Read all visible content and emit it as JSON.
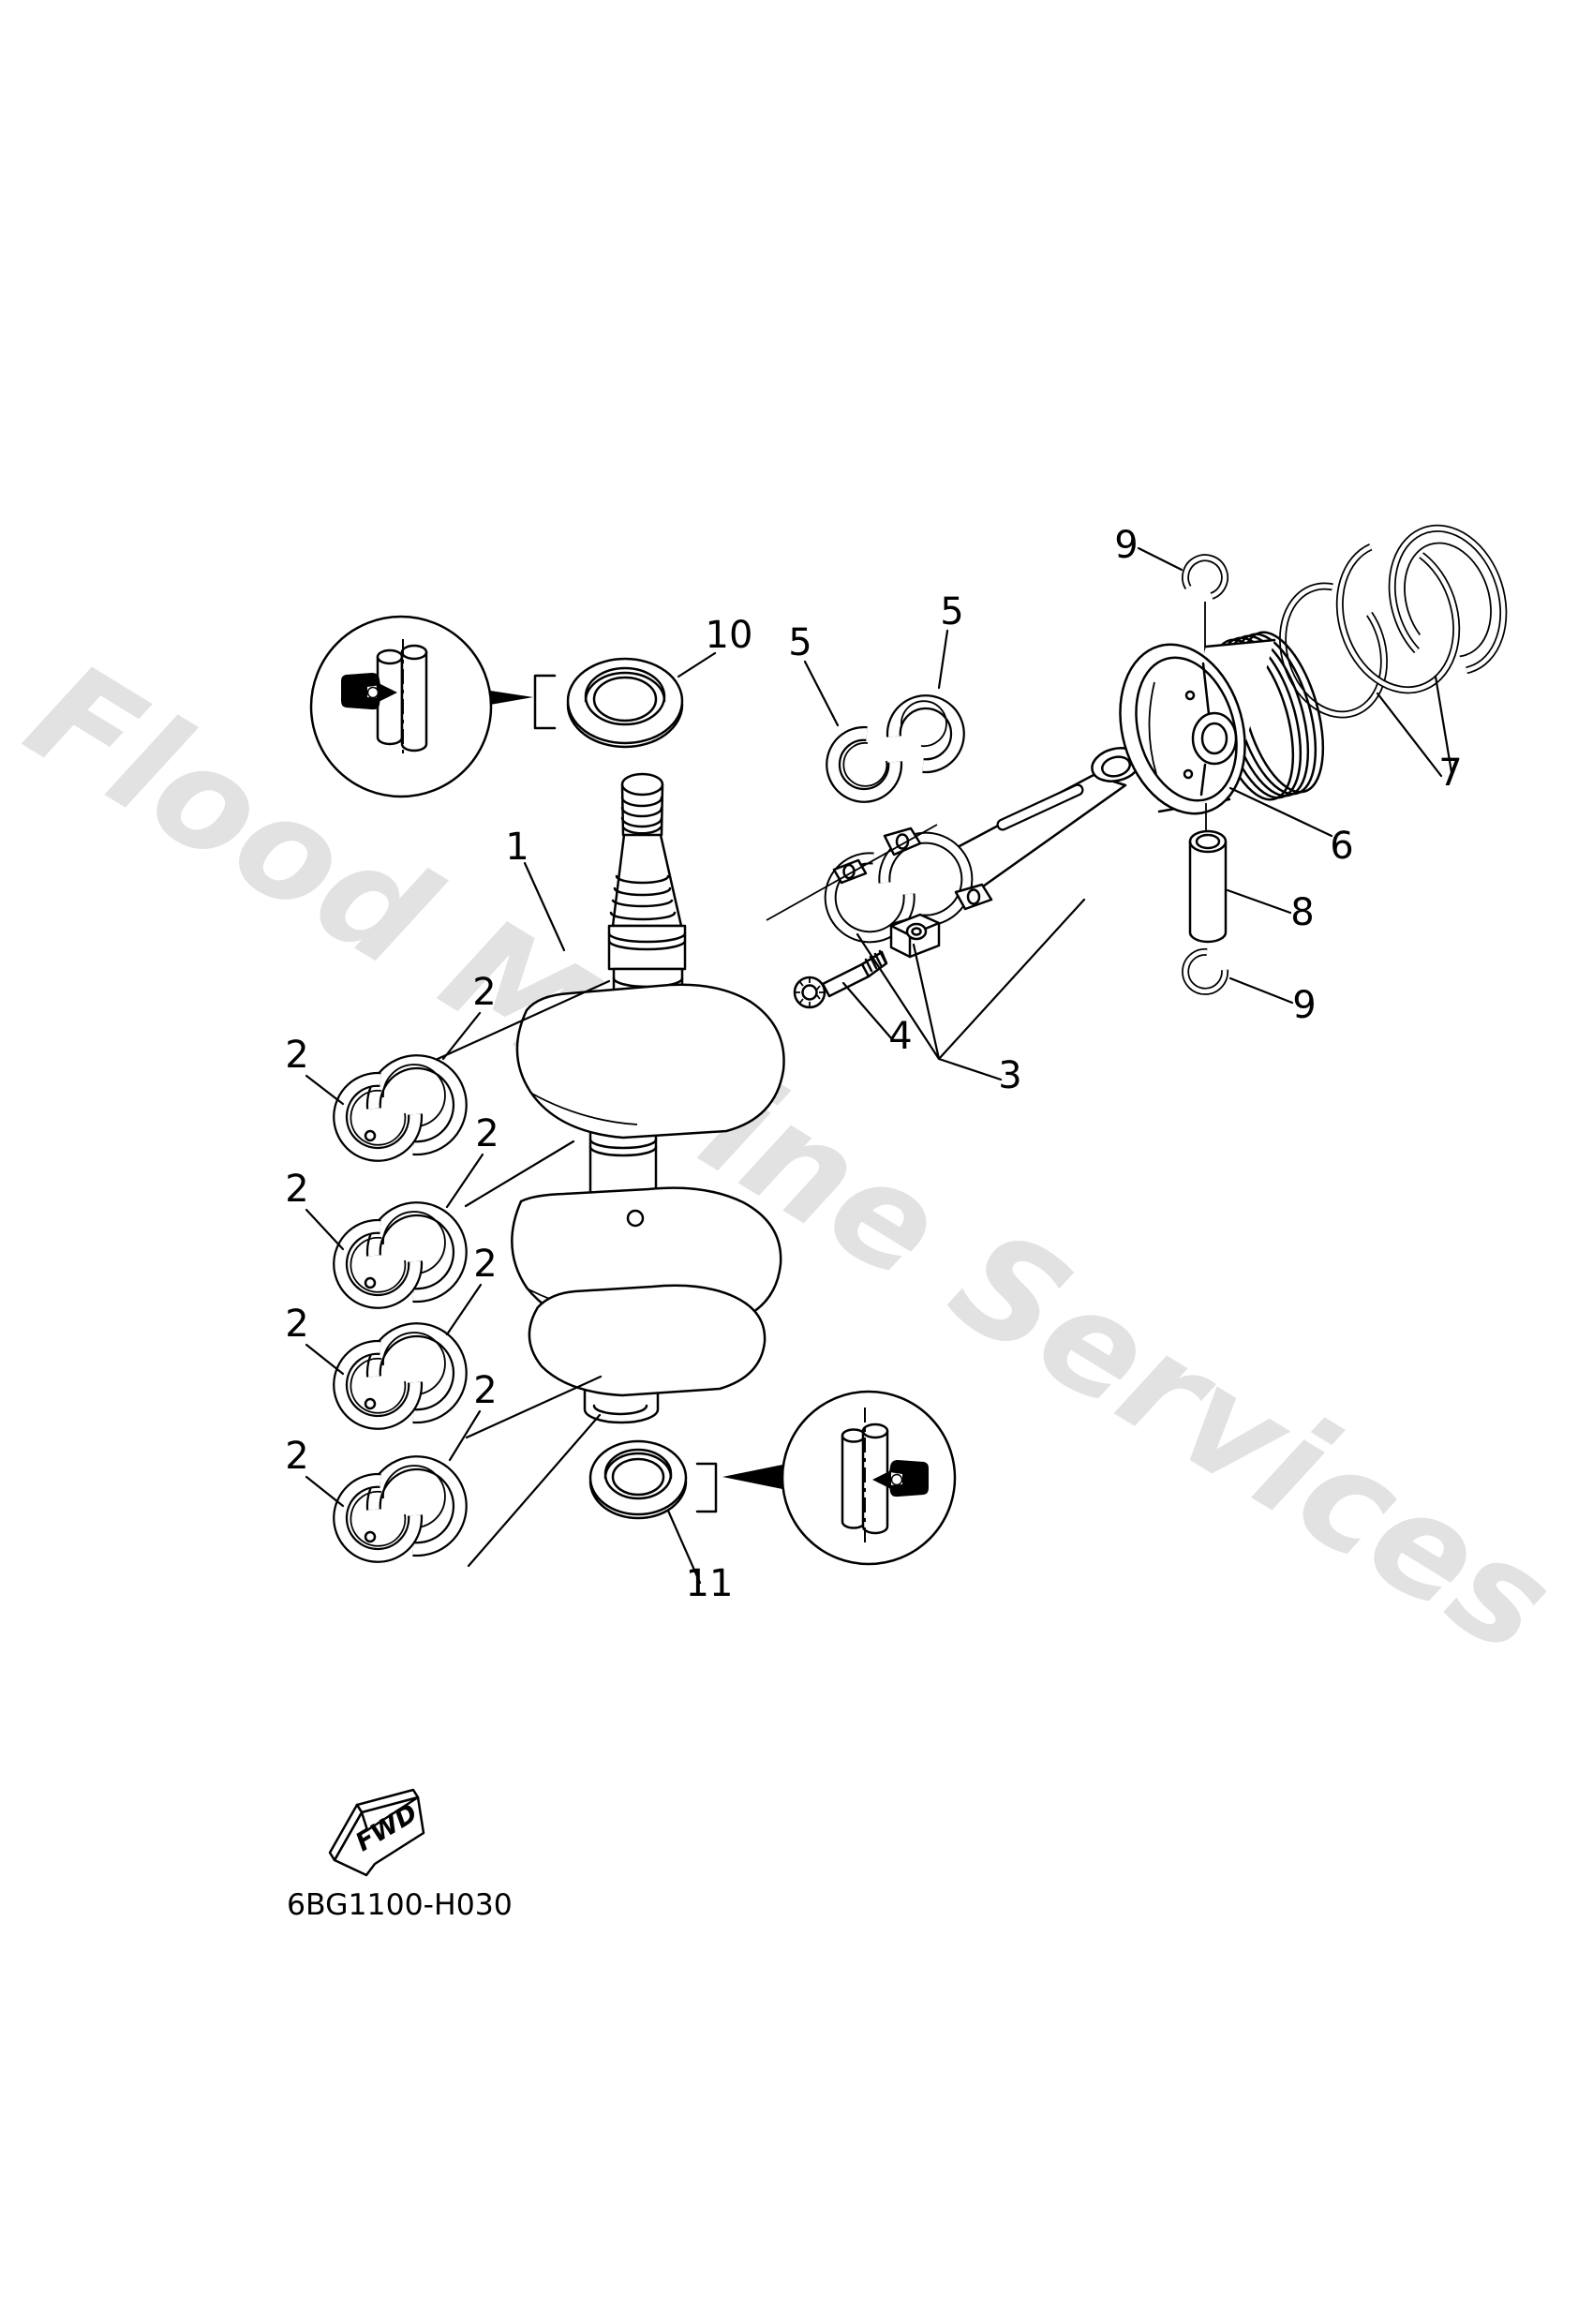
{
  "page": {
    "background": "#ffffff",
    "line_color": "#000000"
  },
  "watermark": {
    "text": "Flood Marine Services",
    "color": "#e2e2e2"
  },
  "footer": {
    "drawing_code": "6BG1100-H030",
    "fwd_label": "FWD"
  },
  "labels": {
    "p1": "1",
    "p2": "2",
    "p3": "3",
    "p4": "4",
    "p5": "5",
    "p6": "6",
    "p7": "7",
    "p8": "8",
    "p9": "9",
    "p10": "10",
    "p11": "11"
  }
}
